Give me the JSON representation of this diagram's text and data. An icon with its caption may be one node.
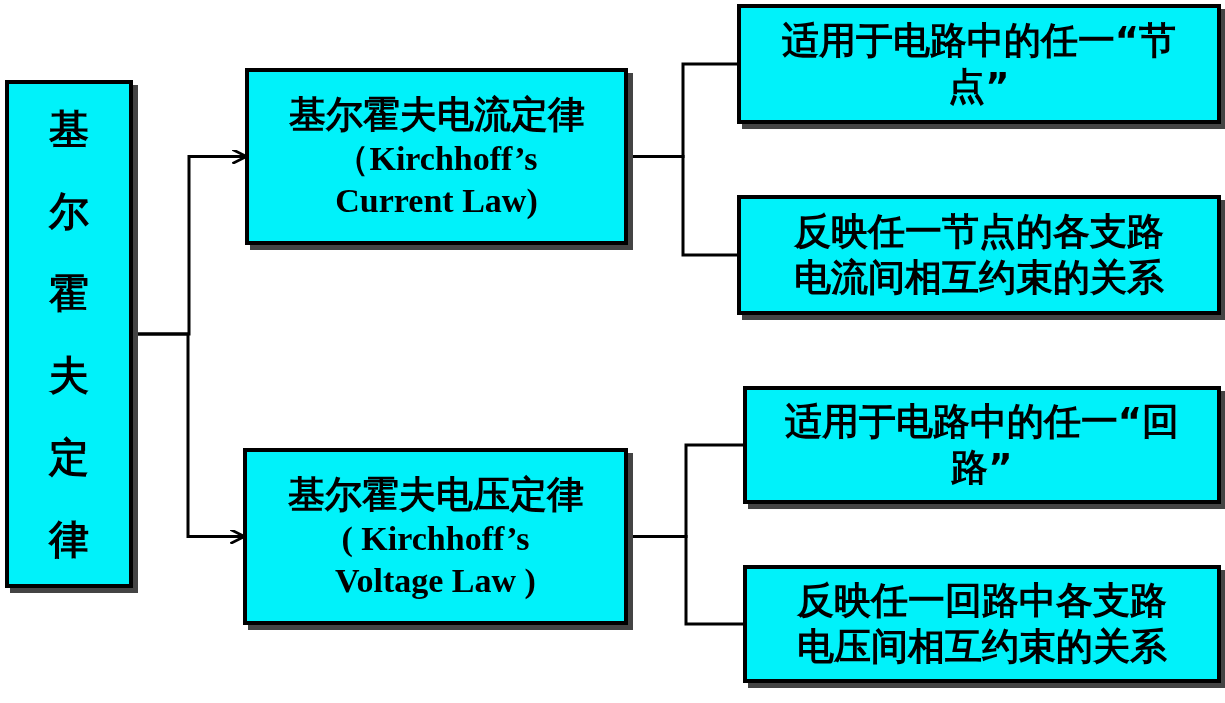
{
  "diagram": {
    "nodes": [
      {
        "text": [
          "基尔霍夫定律"
        ]
      },
      {
        "text": [
          "基尔霍夫电流定律",
          "（Kirchhoff’s Current Law)"
        ]
      },
      {
        "text": [
          "适用于电路中的任一“节点”"
        ]
      },
      {
        "text": [
          "反映任一节点的各支路电流间相互约束的关系"
        ]
      },
      {
        "text": [
          "基尔霍夫电压定律",
          "( Kirchhoff’s Voltage Law )"
        ]
      },
      {
        "text": [
          "适用于电路中的任一“回路”"
        ]
      },
      {
        "text": [
          "反映任一回路中各支路电压间相互约束的关系"
        ]
      }
    ],
    "edges": [
      {
        "from": 0,
        "to": 1,
        "arrow": "to"
      },
      {
        "from": 0,
        "to": 4,
        "arrow": "to"
      },
      {
        "from": 1,
        "to": 2,
        "arrow": "none"
      },
      {
        "from": 1,
        "to": 3,
        "arrow": "none"
      },
      {
        "from": 4,
        "to": 5,
        "arrow": "none"
      },
      {
        "from": 4,
        "to": 6,
        "arrow": "none"
      }
    ]
  }
}
